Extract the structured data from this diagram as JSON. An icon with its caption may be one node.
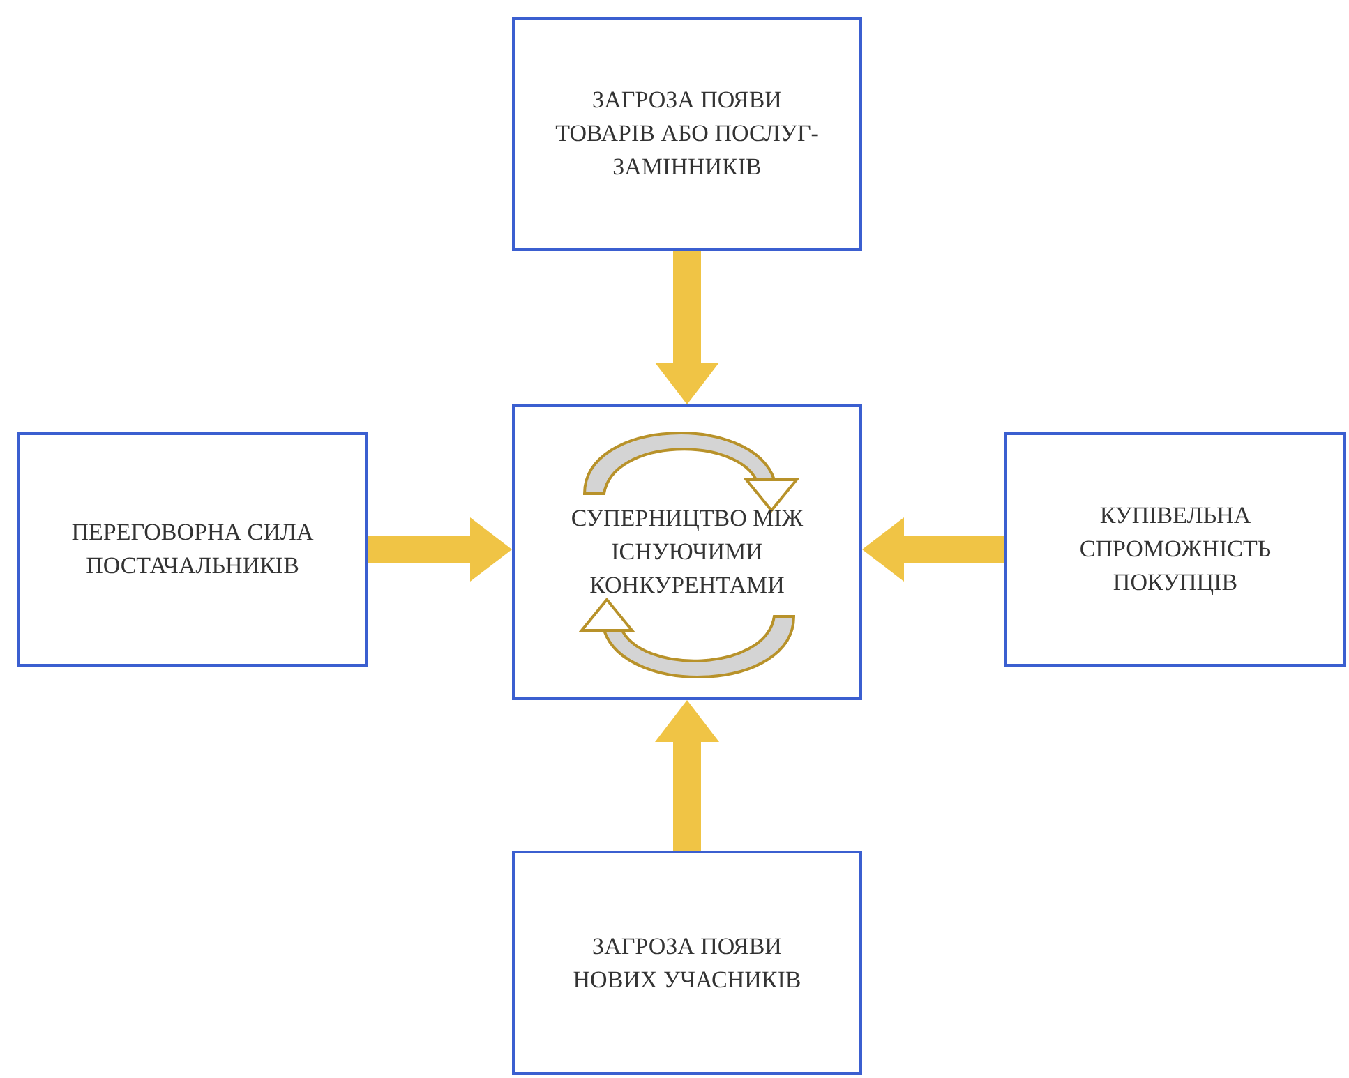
{
  "diagram": {
    "nodes": [
      {
        "text": [
          "ЗАГРОЗА ПОЯВИ ТОВАРІВ АБО ПОСЛУГ-ЗАМІННИКІВ"
        ]
      },
      {
        "text": [
          "ПЕРЕГОВОРНА СИЛА ПОСТАЧАЛЬНИКІВ"
        ]
      },
      {
        "text": [
          "СУПЕРНИЦТВО МІЖ ІСНУЮЧИМИ КОНКУРЕНТАМИ"
        ]
      },
      {
        "text": [
          "КУПІВЕЛЬНА СПРОМОЖНІСТЬ ПОКУПЦІВ"
        ]
      },
      {
        "text": [
          "ЗАГРОЗА ПОЯВИ НОВИХ УЧАСНИКІВ"
        ]
      }
    ],
    "edges": [
      {
        "from": 0,
        "to": 2,
        "arrow": "to"
      },
      {
        "from": 1,
        "to": 2,
        "arrow": "to"
      },
      {
        "from": 3,
        "to": 2,
        "arrow": "to"
      },
      {
        "from": 4,
        "to": 2,
        "arrow": "to"
      }
    ]
  }
}
